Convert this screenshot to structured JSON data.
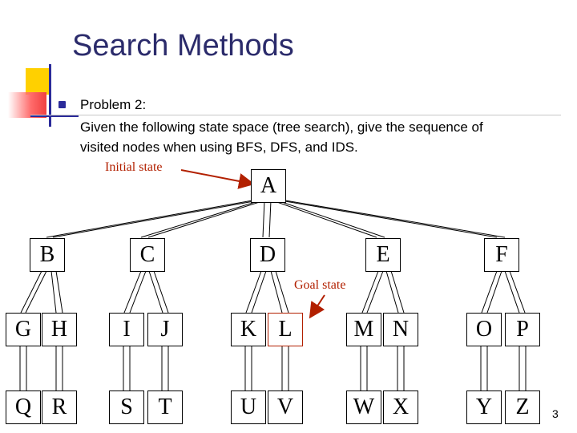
{
  "slide": {
    "title": "Search Methods",
    "bullet_label": "Problem 2:",
    "body_line1": "Given the following state space (tree search), give the sequence of",
    "body_line2": "visited nodes when using BFS, DFS, and IDS.",
    "initial_state_label": "Initial state",
    "goal_state_label": "Goal state",
    "page_number": "3"
  },
  "tree": {
    "root": "A",
    "level1": [
      "B",
      "C",
      "D",
      "E",
      "F"
    ],
    "level2": [
      [
        "G",
        "H"
      ],
      [
        "I",
        "J"
      ],
      [
        "K",
        "L"
      ],
      [
        "M",
        "N"
      ],
      [
        "O",
        "P"
      ]
    ],
    "level3": [
      [
        "Q",
        "R"
      ],
      [
        "S",
        "T"
      ],
      [
        "U",
        "V"
      ],
      [
        "W",
        "X"
      ],
      [
        "Y",
        "Z"
      ]
    ],
    "goal_node": "L"
  },
  "colors": {
    "title": "#2b2b6b",
    "annotation": "#b22000",
    "deco_yellow": "#ffd000",
    "deco_red": "#f04040",
    "deco_blue": "#2b2b9a"
  }
}
